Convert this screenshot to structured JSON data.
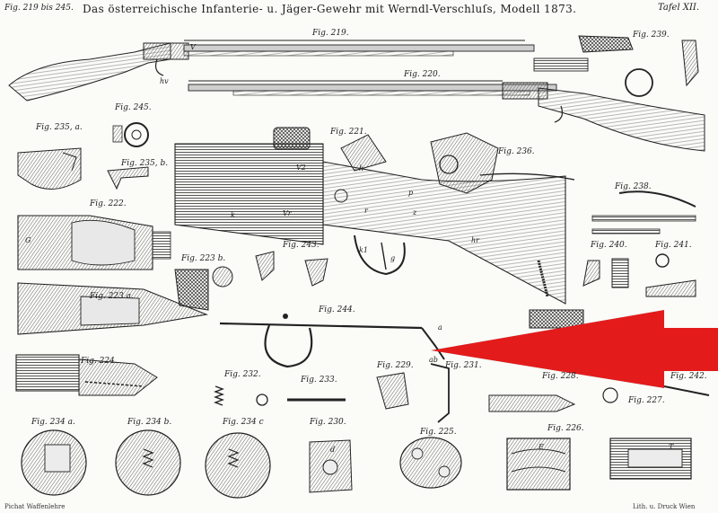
{
  "plate": {
    "title": "Das österreichische Infanterie- u. Jäger-Gewehr mit Werndl-Verschluſs, Modell 1873.",
    "fig_range": "Fig. 219 bis 245.",
    "plate_no": "Tafel XII.",
    "credit_left": "Pichat Waffenlehre",
    "credit_right": "Lith. u. Druck Wien"
  },
  "figures": [
    "Fig. 219.",
    "Fig. 220.",
    "Fig. 239.",
    "Fig. 235, a.",
    "Fig. 245.",
    "Fig. 235, b.",
    "Fig. 221.",
    "Fig. 236.",
    "Fig. 222.",
    "Fig. 238.",
    "Fig. 223 b.",
    "Fig. 243.",
    "Fig. 240.",
    "Fig. 241.",
    "Fig. 223 a.",
    "Fig. 244.",
    "Fig. 224.",
    "Fig. 229.",
    "Fig. 231.",
    "Fig. 228.",
    "Fig. 242.",
    "Fig. 232.",
    "Fig. 233.",
    "Fig. 227.",
    "Fig. 234 a.",
    "Fig. 234 b.",
    "Fig. 234 c",
    "Fig. 230.",
    "Fig. 225.",
    "Fig. 226."
  ],
  "part_labels": [
    "V",
    "hv",
    "G",
    "h",
    "k",
    "V2",
    "Vr",
    "p",
    "z",
    "r",
    "hr",
    "g",
    "a",
    "ab",
    "k1",
    "d",
    "E",
    "T"
  ],
  "annotation": {
    "type": "arrow",
    "color": "#e41b1b"
  }
}
